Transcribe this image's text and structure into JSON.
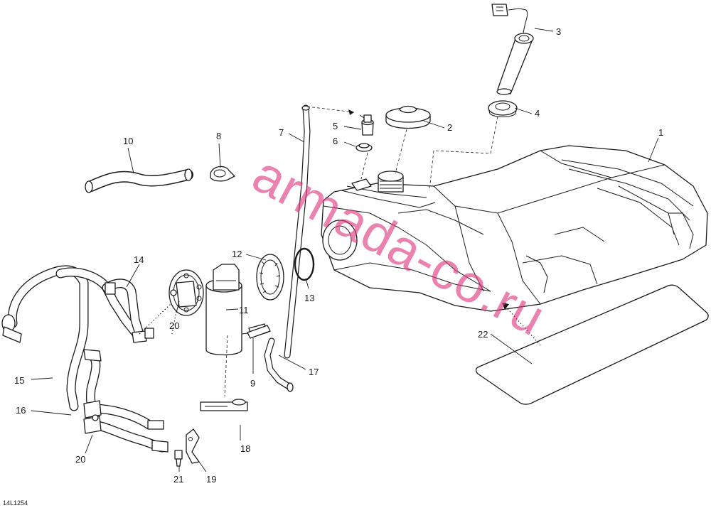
{
  "callouts": {
    "c1": "1",
    "c2": "2",
    "c3": "3",
    "c4": "4",
    "c5": "5",
    "c6": "6",
    "c7": "7",
    "c8": "8",
    "c9": "9",
    "c10": "10",
    "c11": "11",
    "c12": "12",
    "c13": "13",
    "c14": "14",
    "c15": "15",
    "c16": "16",
    "c17": "17",
    "c18": "18",
    "c19": "19",
    "c20a": "20",
    "c20b": "20",
    "c21": "21",
    "c22": "22"
  },
  "watermark": "armada-co.ru",
  "drawing_code": "14L1254"
}
